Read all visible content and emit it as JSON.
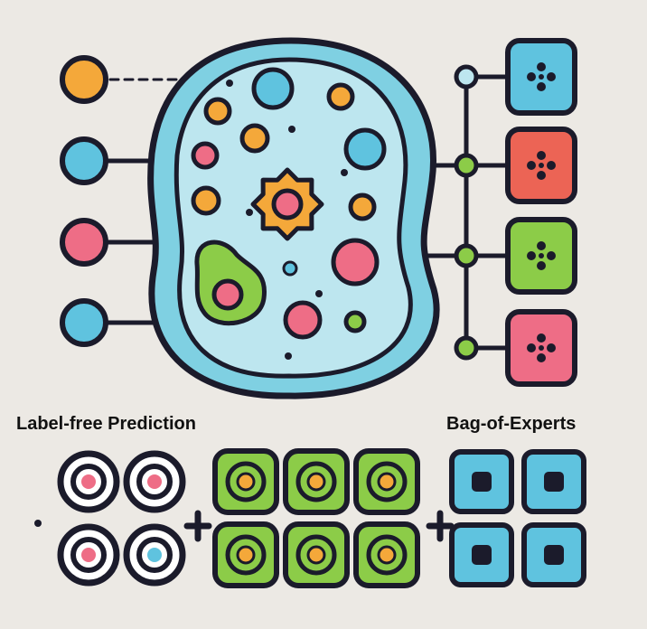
{
  "labels": {
    "left": "Label-free Prediction",
    "right": "Bag-of-Experts"
  },
  "palette": {
    "background": "#ece9e4",
    "outline": "#1b1b2b",
    "cell_fill": "#bde6ef",
    "cell_rim": "#7fd0e2",
    "blue": "#5fc3df",
    "pink": "#ee6d86",
    "orange": "#f4a83a",
    "green": "#8ccc48",
    "red": "#ec6455",
    "white": "#ffffff"
  },
  "icons": {
    "input_nodes": [
      "orange-node-icon",
      "blue-node-icon",
      "pink-node-icon",
      "blue-node-icon"
    ],
    "expert_boxes": [
      "blue-expert-icon",
      "red-expert-icon",
      "green-expert-icon",
      "pink-expert-icon"
    ],
    "bottom_groups": [
      "white-ring-tile-icon",
      "green-ring-tile-icon",
      "blue-square-tile-icon"
    ],
    "plus_signs": 2
  }
}
